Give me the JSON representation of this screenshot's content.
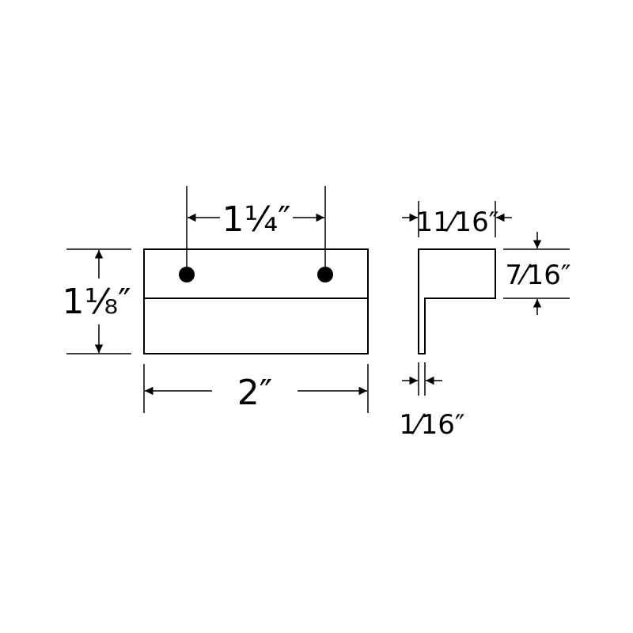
{
  "colors": {
    "ink": "#000000",
    "background": "#ffffff"
  },
  "dimensions": {
    "hole_spacing": "1¼″",
    "height": "1⅛″",
    "width": "2″",
    "profile_depth": "11⁄16″",
    "profile_lip": "7⁄16″",
    "material_thickness": "1⁄16″"
  }
}
